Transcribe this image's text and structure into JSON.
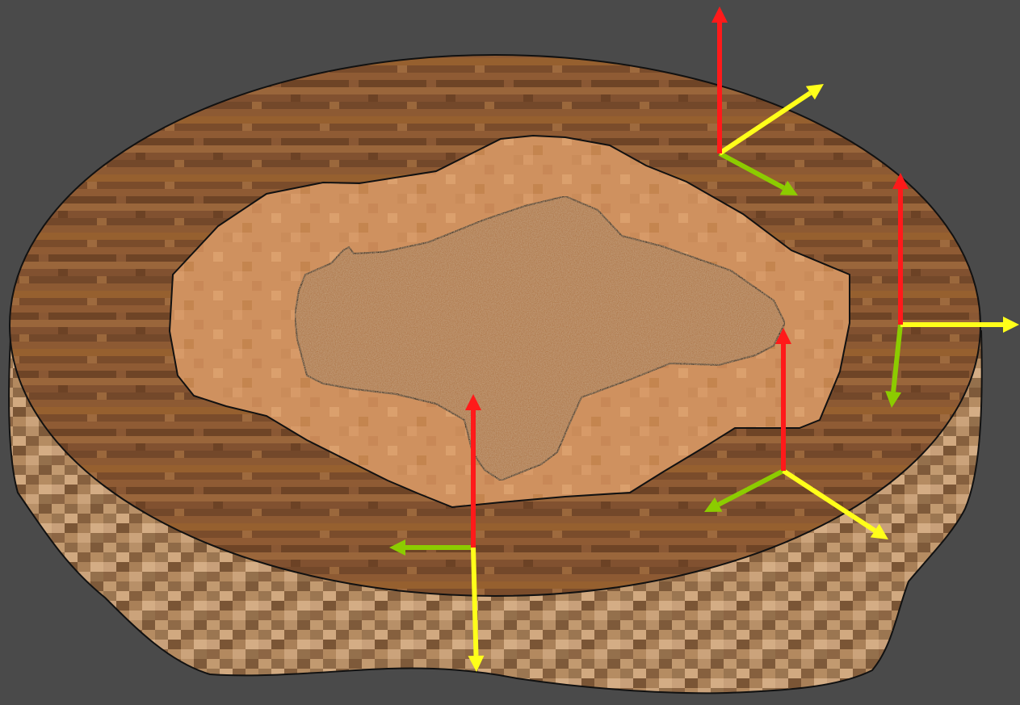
{
  "colors": {
    "background": "#4a4a4a",
    "outline": "#111111",
    "ground_side": "#b08a62",
    "wood_top": "#8a5a32",
    "wood_ring": "#cf915f",
    "core": "#b07a4e",
    "axis_up": "#ff1a1a",
    "axis_primary": "#ffff1a",
    "axis_secondary": "#8ccc00"
  },
  "diagram": {
    "layers": [
      {
        "name": "ground-base",
        "texture": "pixelated-soil"
      },
      {
        "name": "disc-top",
        "texture": "wood-grain"
      },
      {
        "name": "middle-ring",
        "texture": "light-wood"
      },
      {
        "name": "inner-core",
        "texture": "speckled-grain"
      }
    ],
    "frames_count": 4,
    "frame_axes": [
      "up",
      "primary",
      "secondary"
    ]
  }
}
